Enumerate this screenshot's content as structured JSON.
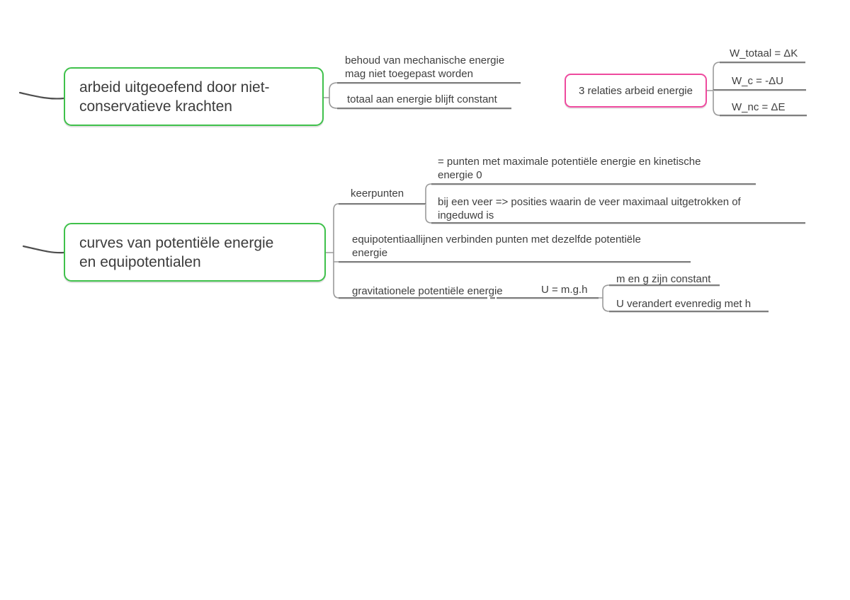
{
  "colors": {
    "green_accent": "#3fc14b",
    "pink_accent": "#ee4a9e",
    "line_gray": "#8a8a8a",
    "text_dark": "#3c3c3c"
  },
  "mindmap": {
    "arbeid": {
      "label": "arbeid uitgeoefend door niet-\nconservatieve krachten",
      "border_color": "#3fc14b"
    },
    "behoud": {
      "label": "behoud van mechanische energie\nmag niet toegepast worden"
    },
    "totaal": {
      "label": "totaal aan energie blijft constant"
    },
    "relaties": {
      "label": "3 relaties arbeid energie",
      "border_color": "#ee4a9e"
    },
    "w_totaal": {
      "label": "W_totaal = ΔK"
    },
    "w_c": {
      "label": "W_c = -ΔU"
    },
    "w_nc": {
      "label": "W_nc = ΔE"
    },
    "curves": {
      "label": "curves van potentiële energie\nen equipotentialen",
      "border_color": "#3fc14b"
    },
    "keerpunten": {
      "label": "keerpunten"
    },
    "punten": {
      "label": "= punten met maximale potentiële energie en kinetische\nenergie 0"
    },
    "veer": {
      "label": "bij een veer => posities waarin de veer maximaal uitgetrokken of\ningeduwd is"
    },
    "equipotentiaal": {
      "label": "equipotentiaallijnen verbinden punten met dezelfde potentiële\nenergie"
    },
    "gravitationeel": {
      "label": "gravitationele potentiële energie"
    },
    "formule": {
      "label": "U = m.g.h"
    },
    "mg_constant": {
      "label": "m en g zijn constant"
    },
    "u_evenredig": {
      "label": "U verandert evenredig met h"
    }
  }
}
